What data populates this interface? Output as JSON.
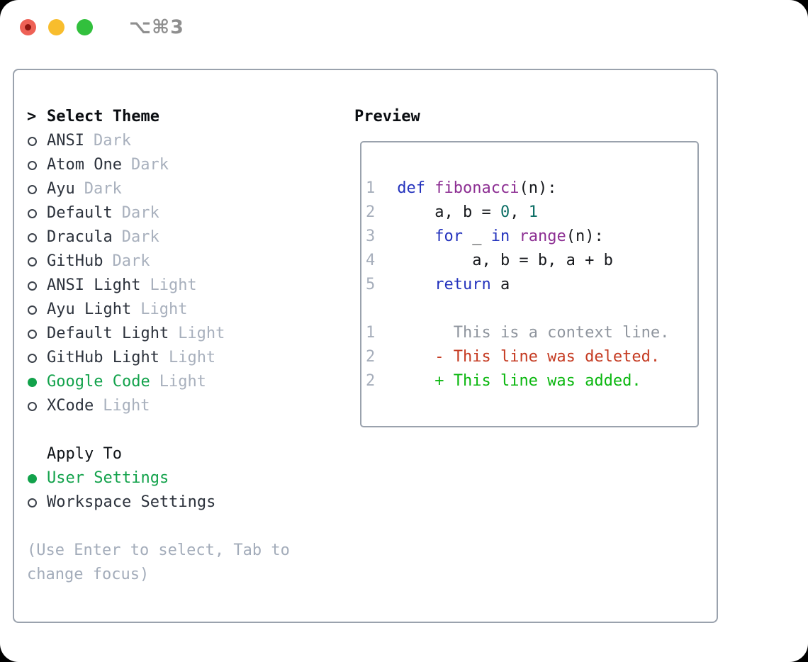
{
  "titlebar": {
    "shortcut": "⌥⌘3",
    "buttons": [
      "close",
      "minimize",
      "zoom"
    ]
  },
  "ui_colors": {
    "window_bg": "#ffffff",
    "outside_bg": "#000000",
    "panel_border": "#9aa2ad",
    "traffic_red": "#ee6156",
    "traffic_yellow": "#f8bd2d",
    "traffic_green": "#32c03d",
    "selected_green": "#12a24b",
    "theme_name": "#2c323c",
    "tag_gray": "#a8b0bd",
    "hint_gray": "#a3acba",
    "bold_text": "#0b0e12"
  },
  "theme_panel": {
    "cursor": ">",
    "select_label": "Select Theme",
    "themes": [
      {
        "name": "ANSI",
        "tag": "Dark",
        "selected": false
      },
      {
        "name": "Atom One",
        "tag": "Dark",
        "selected": false
      },
      {
        "name": "Ayu",
        "tag": "Dark",
        "selected": false
      },
      {
        "name": "Default",
        "tag": "Dark",
        "selected": false
      },
      {
        "name": "Dracula",
        "tag": "Dark",
        "selected": false
      },
      {
        "name": "GitHub",
        "tag": "Dark",
        "selected": false
      },
      {
        "name": "ANSI Light",
        "tag": "Light",
        "selected": false
      },
      {
        "name": "Ayu Light",
        "tag": "Light",
        "selected": false
      },
      {
        "name": "Default Light",
        "tag": "Light",
        "selected": false
      },
      {
        "name": "GitHub Light",
        "tag": "Light",
        "selected": false
      },
      {
        "name": "Google Code",
        "tag": "Light",
        "selected": true
      },
      {
        "name": "XCode",
        "tag": "Light",
        "selected": false
      }
    ],
    "apply_to": {
      "label": "Apply To",
      "options": [
        {
          "label": "User Settings",
          "selected": true
        },
        {
          "label": "Workspace Settings",
          "selected": false
        }
      ]
    },
    "hint": "(Use Enter to select, Tab to change focus)"
  },
  "preview": {
    "title": "Preview",
    "colors": {
      "kw": "#2433bd",
      "fn": "#8d2f93",
      "lit": "#0d6f66",
      "plain": "#17191d",
      "lnum": "#a6aebb",
      "ctx": "#8f959e",
      "del": "#c53b22",
      "add": "#0ab70f"
    },
    "lines": [
      {
        "num": "1",
        "segments": [
          {
            "t": "def",
            "c": "kw"
          },
          {
            "t": " ",
            "c": "plain"
          },
          {
            "t": "fibonacci",
            "c": "fn"
          },
          {
            "t": "(n):",
            "c": "plain"
          }
        ]
      },
      {
        "num": "2",
        "segments": [
          {
            "t": "    a, b = ",
            "c": "plain"
          },
          {
            "t": "0",
            "c": "lit"
          },
          {
            "t": ", ",
            "c": "plain"
          },
          {
            "t": "1",
            "c": "lit"
          }
        ]
      },
      {
        "num": "3",
        "segments": [
          {
            "t": "    ",
            "c": "plain"
          },
          {
            "t": "for",
            "c": "kw"
          },
          {
            "t": " _ ",
            "c": "plain"
          },
          {
            "t": "in",
            "c": "kw"
          },
          {
            "t": " ",
            "c": "plain"
          },
          {
            "t": "range",
            "c": "fn"
          },
          {
            "t": "(n):",
            "c": "plain"
          }
        ]
      },
      {
        "num": "4",
        "segments": [
          {
            "t": "        a, b = b, a + b",
            "c": "plain"
          }
        ]
      },
      {
        "num": "5",
        "segments": [
          {
            "t": "    ",
            "c": "plain"
          },
          {
            "t": "return",
            "c": "kw"
          },
          {
            "t": " a",
            "c": "plain"
          }
        ]
      },
      {
        "num": "",
        "segments": []
      },
      {
        "num": "1",
        "segments": [
          {
            "t": "      This is a context line.",
            "c": "ctx"
          }
        ]
      },
      {
        "num": "2",
        "segments": [
          {
            "t": "    ",
            "c": "plain"
          },
          {
            "t": "- This line was deleted.",
            "c": "del"
          }
        ]
      },
      {
        "num": "2",
        "segments": [
          {
            "t": "    ",
            "c": "plain"
          },
          {
            "t": "+ This line was added.",
            "c": "add"
          }
        ]
      }
    ]
  }
}
